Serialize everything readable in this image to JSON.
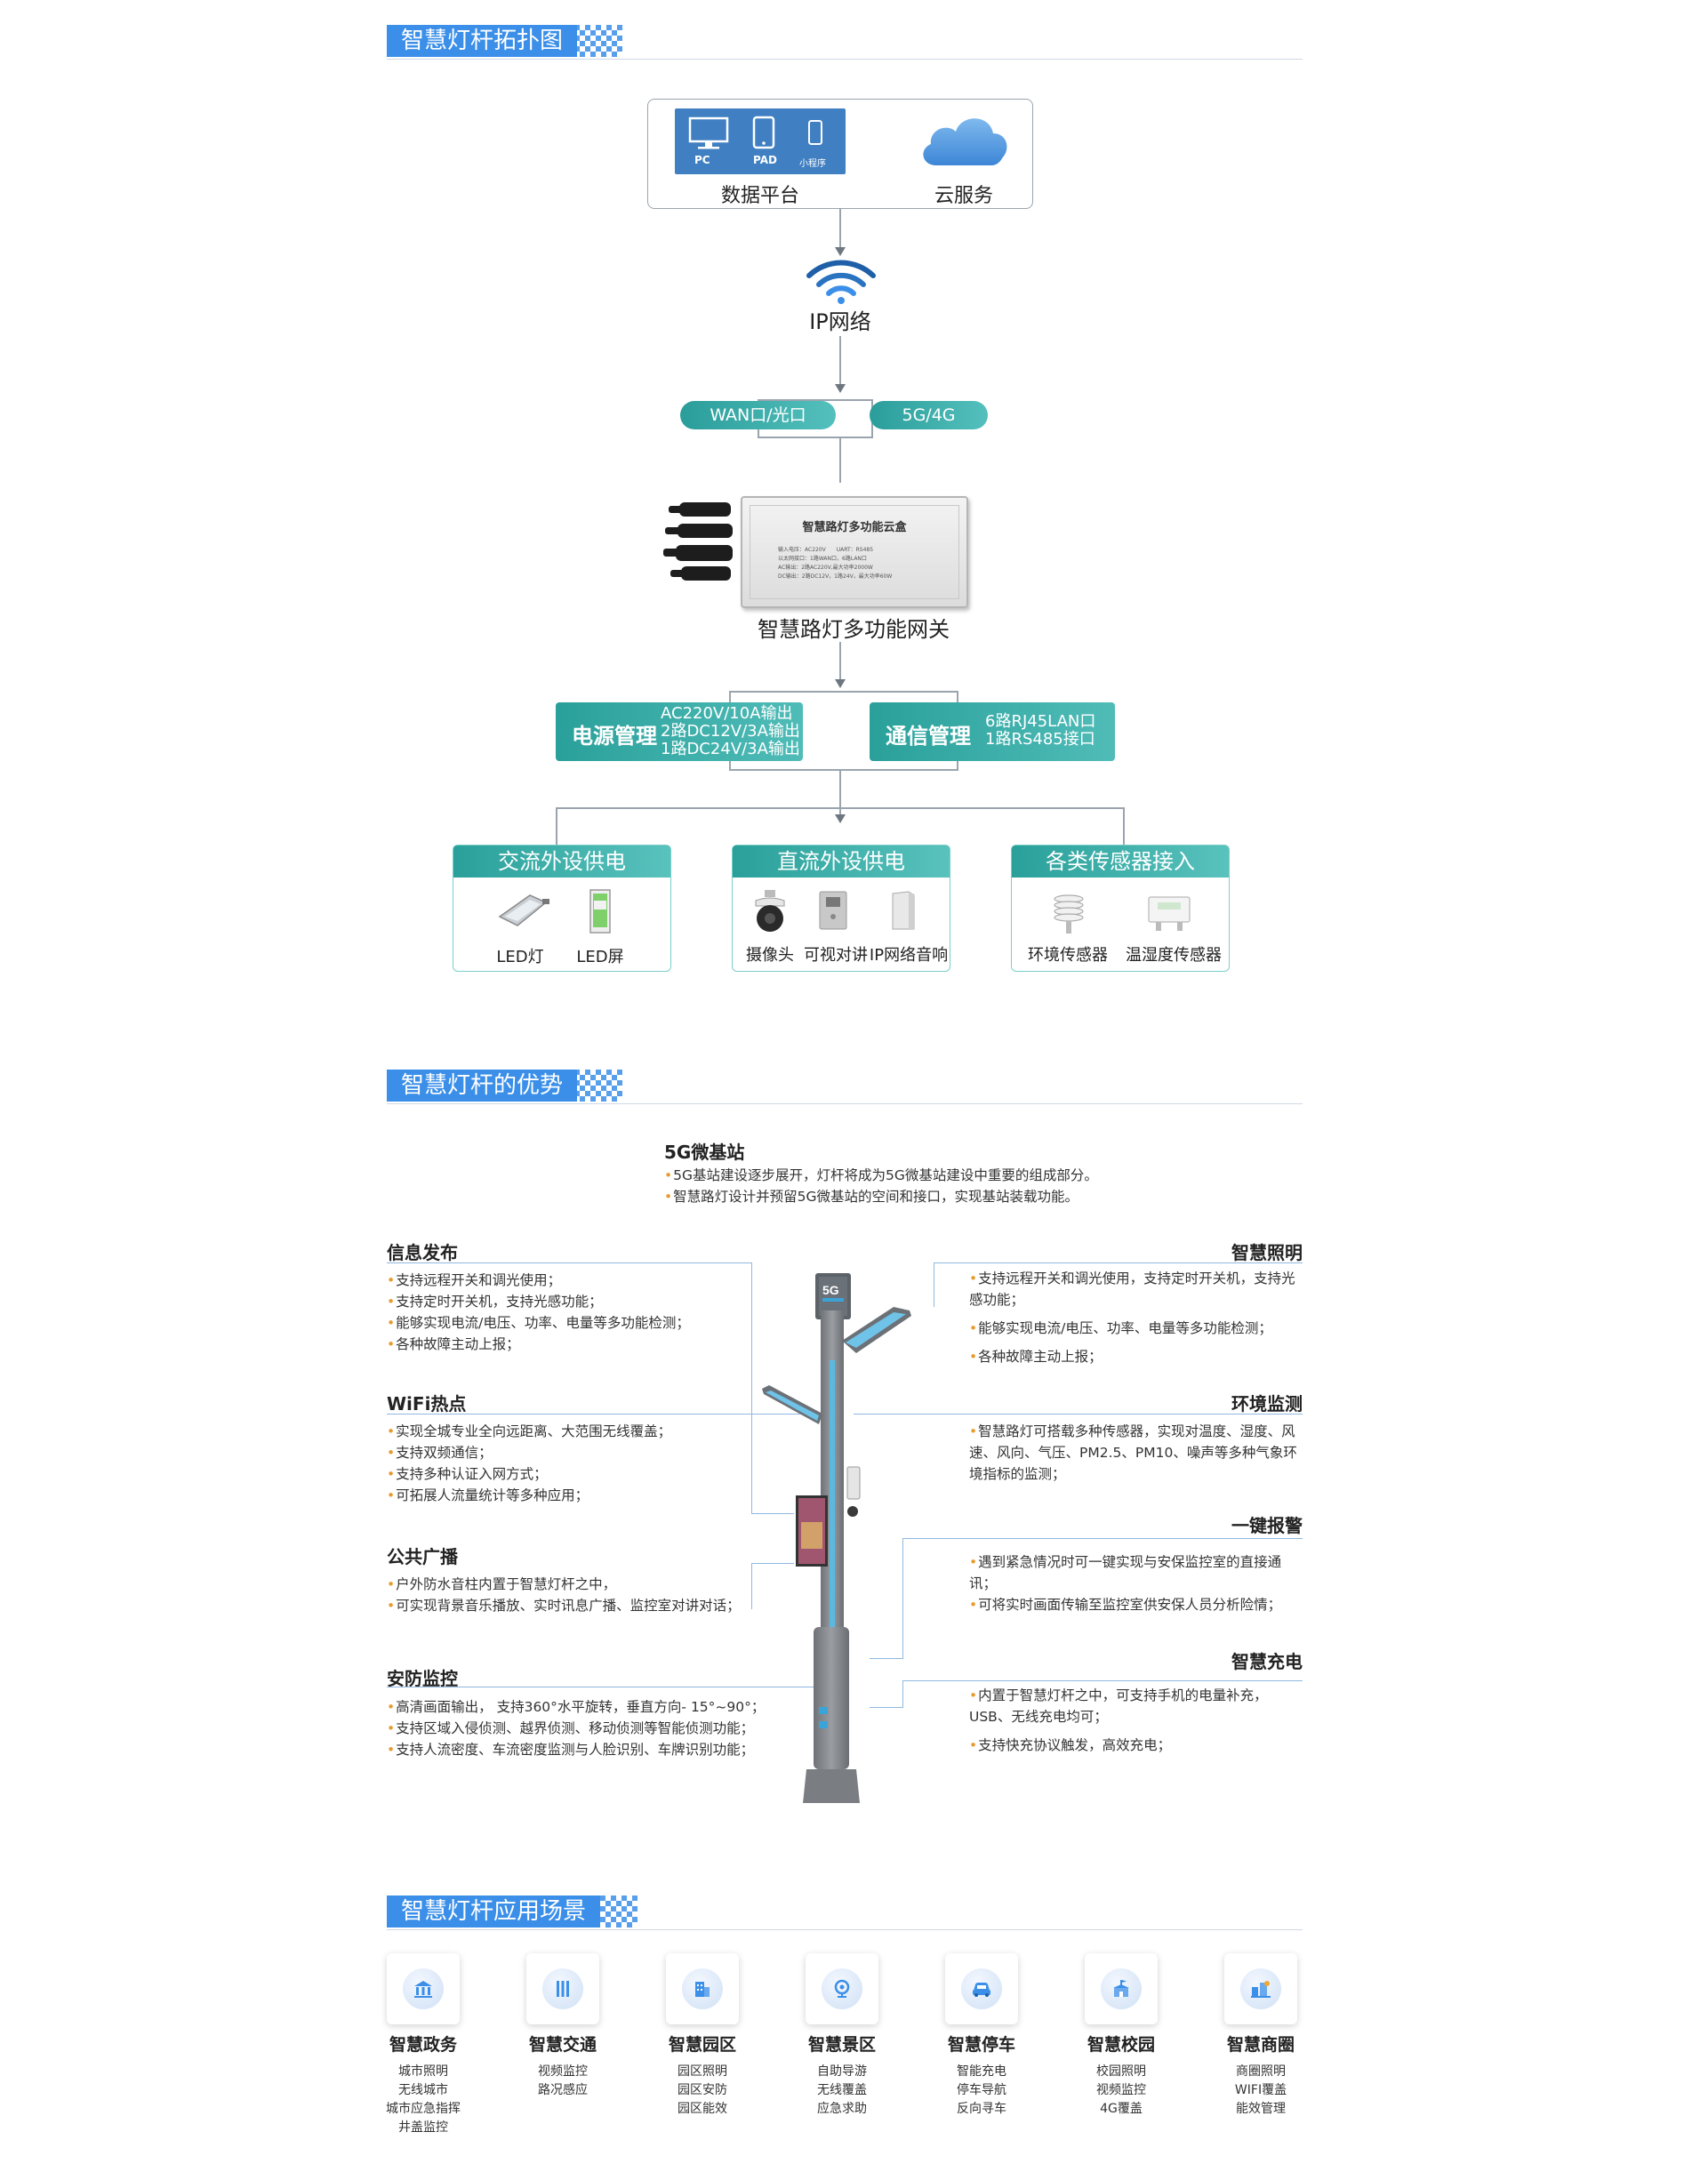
{
  "sections": {
    "topology": "智慧灯杆拓扑图",
    "advantages": "智慧灯杆的优势",
    "scenarios": "智慧灯杆应用场景"
  },
  "topology": {
    "devices": [
      "PC",
      "PAD",
      "小程序"
    ],
    "data_platform": "数据平台",
    "cloud": "云服务",
    "network": "IP网络",
    "wan": "WAN口/光口",
    "mobile": "5G/4G",
    "gateway_box": {
      "title": "智慧路灯多功能云盒",
      "specs": [
        "输入电压：AC220V　　UART：RS485",
        "以太网接口：1路WAN口，6路LAN口",
        "AC输出：2路AC220V,最大功率2000W",
        "DC输出：2路DC12V，1路24V，最大功率60W"
      ]
    },
    "gateway": "智慧路灯多功能网关",
    "power": {
      "title": "电源管理",
      "lines": [
        "AC220V/10A输出",
        "2路DC12V/3A输出",
        "1路DC24V/3A输出"
      ]
    },
    "comm": {
      "title": "通信管理",
      "lines": [
        "6路RJ45LAN口",
        "1路RS485接口"
      ]
    },
    "cards": [
      {
        "title": "交流外设供电",
        "items": [
          "LED灯",
          "LED屏"
        ]
      },
      {
        "title": "直流外设供电",
        "items": [
          "摄像头",
          "可视对讲",
          "IP网络音响"
        ]
      },
      {
        "title": "各类传感器接入",
        "items": [
          "环境传感器",
          "温湿度传感器"
        ]
      }
    ]
  },
  "advantages": {
    "g5": {
      "title": "5G微基站",
      "items": [
        "5G基站建设逐步展开，灯杆将成为5G微基站建设中重要的组成部分。",
        "智慧路灯设计并预留5G微基站的空间和接口，实现基站装载功能。"
      ]
    },
    "info": {
      "title": "信息发布",
      "items": [
        "支持远程开关和调光使用；",
        "支持定时开关机，支持光感功能；",
        "能够实现电流/电压、功率、电量等多功能检测；",
        "各种故障主动上报；"
      ]
    },
    "wifi": {
      "title": "WiFi热点",
      "items": [
        "实现全城专业全向远距离、大范围无线覆盖；",
        "支持双频通信；",
        "支持多种认证入网方式；",
        "可拓展人流量统计等多种应用；"
      ]
    },
    "broadcast": {
      "title": "公共广播",
      "items": [
        "户外防水音柱内置于智慧灯杆之中，",
        "可实现背景音乐播放、实时讯息广播、监控室对讲对话；"
      ]
    },
    "security": {
      "title": "安防监控",
      "items": [
        "高清画面输出，  支持360°水平旋转，垂直方向-  15°~90°；",
        "支持区域入侵侦测、越界侦测、移动侦测等智能侦测功能；",
        "支持人流密度、车流密度监测与人脸识别、车牌识别功能；"
      ]
    },
    "lighting": {
      "title": "智慧照明",
      "items": [
        "支持远程开关和调光使用，支持定时开关机，支持光感功能；",
        "能够实现电流/电压、功率、电量等多功能检测；",
        "各种故障主动上报；"
      ]
    },
    "env": {
      "title": "环境监测",
      "items": [
        "智慧路灯可搭载多种传感器，实现对温度、湿度、风速、风向、气压、PM2.5、PM10、噪声等多种气象环境指标的监测；"
      ]
    },
    "alarm": {
      "title": "一键报警",
      "items": [
        "遇到紧急情况时可一键实现与安保监控室的直接通讯；",
        "可将实时画面传输至监控室供安保人员分析险情；"
      ]
    },
    "charge": {
      "title": "智慧充电",
      "items": [
        "内置于智慧灯杆之中，可支持手机的电量补充，USB、无线充电均可；",
        "支持快充协议触发，高效充电；"
      ]
    },
    "pole_badge": "5G"
  },
  "scenarios": [
    {
      "name": "智慧政务",
      "icon": "government-icon",
      "lines": [
        "城市照明",
        "无线城市",
        "城市应急指挥",
        "井盖监控"
      ]
    },
    {
      "name": "智慧交通",
      "icon": "traffic-icon",
      "lines": [
        "视频监控",
        "路况感应"
      ]
    },
    {
      "name": "智慧园区",
      "icon": "park-icon",
      "lines": [
        "园区照明",
        "园区安防",
        "园区能效"
      ]
    },
    {
      "name": "智慧景区",
      "icon": "scenic-icon",
      "lines": [
        "自助导游",
        "无线覆盖",
        "应急求助"
      ]
    },
    {
      "name": "智慧停车",
      "icon": "parking-icon",
      "lines": [
        "智能充电",
        "停车导航",
        "反向寻车"
      ]
    },
    {
      "name": "智慧校园",
      "icon": "campus-icon",
      "lines": [
        "校园照明",
        "视频监控",
        "4G覆盖"
      ]
    },
    {
      "name": "智慧商圈",
      "icon": "business-icon",
      "lines": [
        "商圈照明",
        "WIFI覆盖",
        "能效管理"
      ]
    }
  ],
  "colors": {
    "accent": "#3b8fe8",
    "teal": "#2aa09a",
    "bullet": "#e89a2c"
  }
}
